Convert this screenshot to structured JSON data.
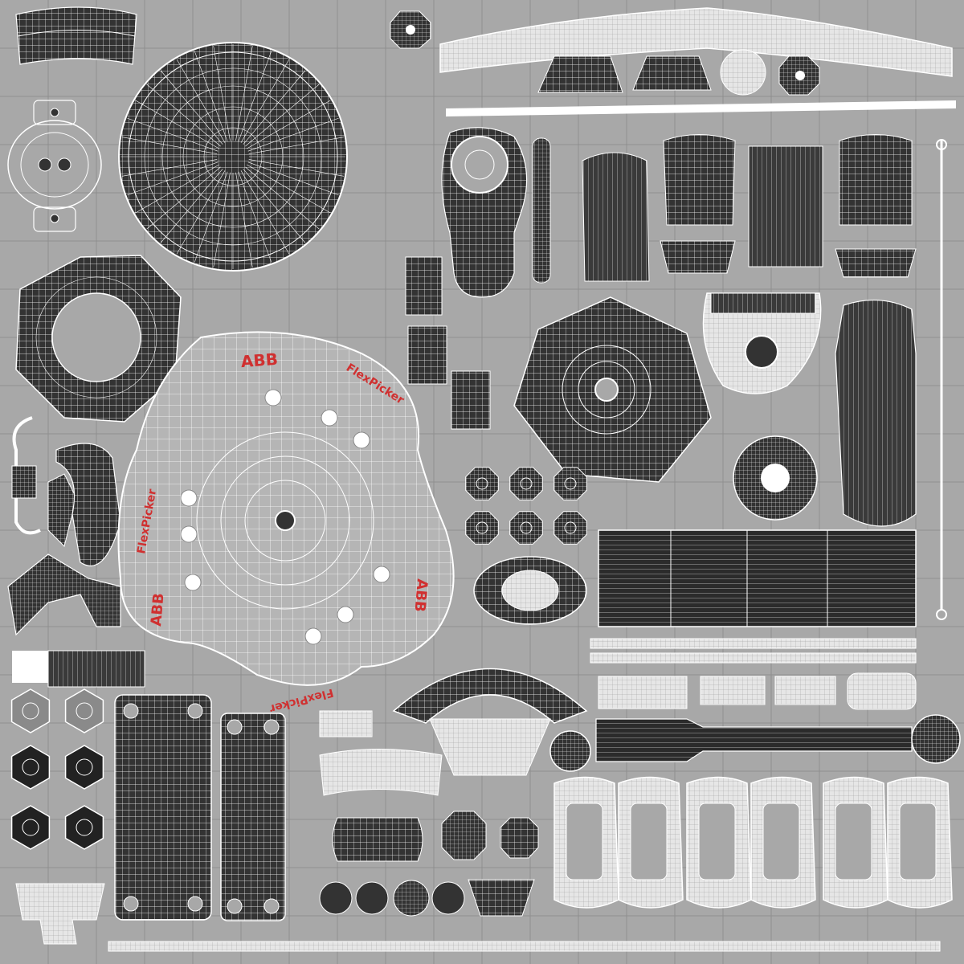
{
  "canvas": {
    "background": "#a8a8a8",
    "grid_color": "#8f8f8f",
    "grid_divisions": 20
  },
  "colors": {
    "wire": "#ffffff",
    "island_fill": "#333333",
    "brand_red": "#d03030"
  },
  "labels": {
    "abb_top": "ABB",
    "abb_left": "ABB",
    "abb_right": "ABB",
    "flex_top": "FlexPicker",
    "flex_left": "FlexPicker",
    "flex_bottom": "FlexPicker"
  }
}
